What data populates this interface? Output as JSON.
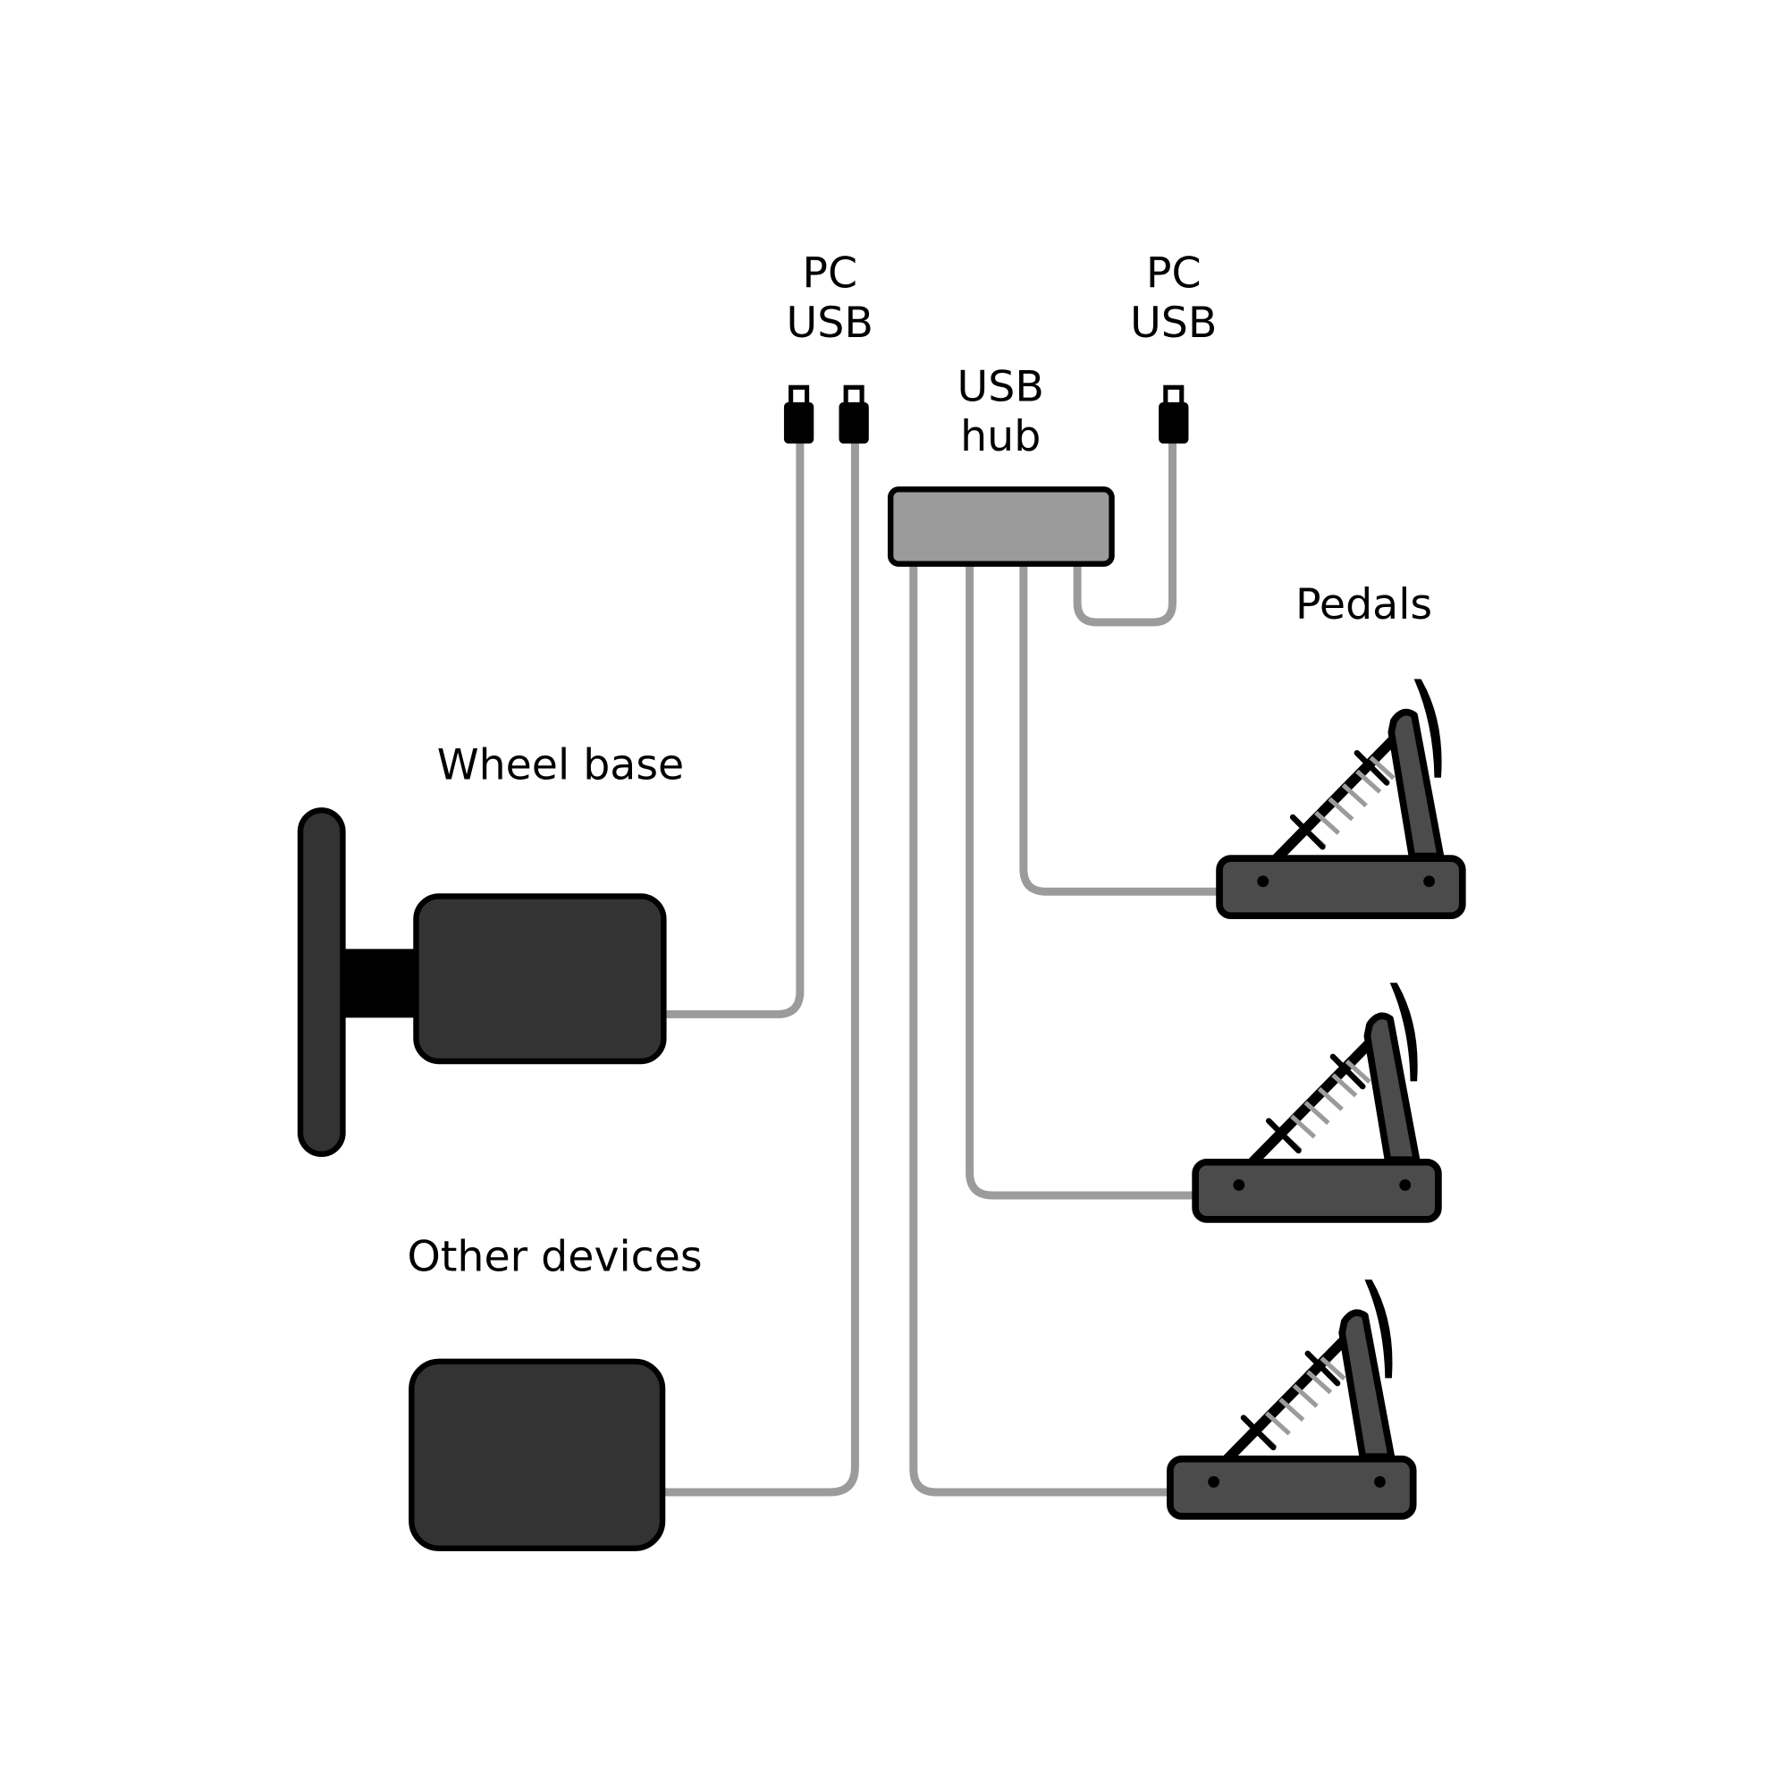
{
  "diagram": {
    "type": "connection-diagram",
    "background": "#ffffff",
    "colors": {
      "cable": "#9b9b9b",
      "device_fill": "#333333",
      "pedal_fill": "#4b4b4b",
      "hub_fill": "#9b9b9b",
      "outline": "#000000"
    },
    "labels": {
      "pc_usb_left_line1": "PC",
      "pc_usb_left_line2": "USB",
      "pc_usb_right_line1": "PC",
      "pc_usb_right_line2": "USB",
      "usb_hub_line1": "USB",
      "usb_hub_line2": "hub",
      "wheel_base": "Wheel base",
      "other_devices": "Other devices",
      "pedals": "Pedals"
    },
    "nodes": [
      {
        "id": "pc-usb-1",
        "label": "PC USB",
        "icon": "usb-connector"
      },
      {
        "id": "pc-usb-2",
        "label": "PC USB",
        "icon": "usb-connector"
      },
      {
        "id": "pc-usb-3",
        "label": "PC USB",
        "icon": "usb-connector"
      },
      {
        "id": "usb-hub",
        "label": "USB hub"
      },
      {
        "id": "wheel-base",
        "label": "Wheel base",
        "icon": "steering-wheel"
      },
      {
        "id": "other-devices",
        "label": "Other devices"
      },
      {
        "id": "pedal-1",
        "label": "Pedals",
        "icon": "pedal"
      },
      {
        "id": "pedal-2",
        "label": "Pedals",
        "icon": "pedal"
      },
      {
        "id": "pedal-3",
        "label": "Pedals",
        "icon": "pedal"
      }
    ],
    "edges": [
      {
        "from": "wheel-base",
        "to": "pc-usb-1"
      },
      {
        "from": "other-devices",
        "to": "pc-usb-2"
      },
      {
        "from": "usb-hub",
        "to": "pc-usb-3"
      },
      {
        "from": "pedal-1",
        "to": "usb-hub"
      },
      {
        "from": "pedal-2",
        "to": "usb-hub"
      },
      {
        "from": "pedal-3",
        "to": "usb-hub"
      }
    ]
  }
}
